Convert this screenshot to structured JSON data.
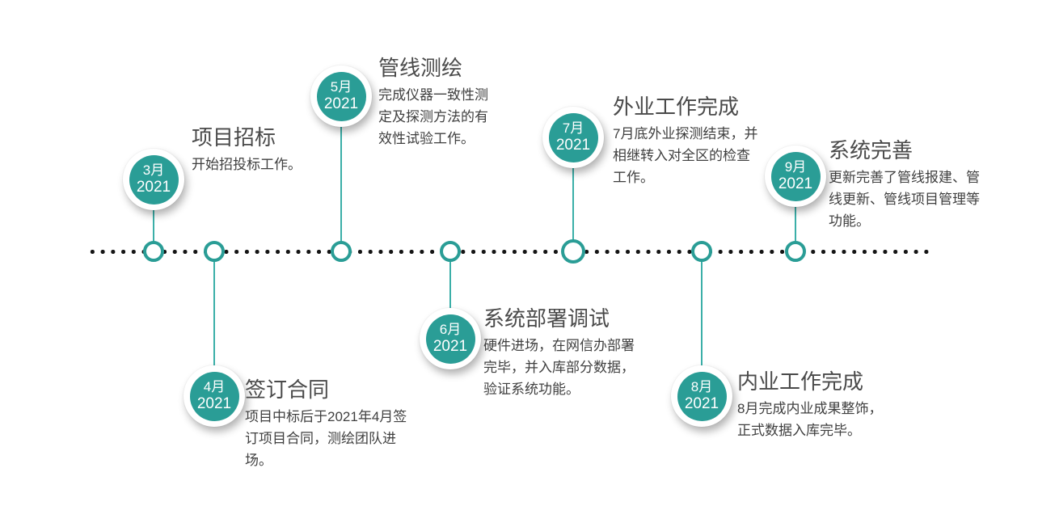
{
  "colors": {
    "accent": "#2A9D96",
    "accent_light": "#3BAFA8",
    "dot": "#141414",
    "title_text": "#4A4A4A",
    "body_text": "#3F3F3F",
    "circle_text": "#FFFFFF",
    "background": "#FFFFFF"
  },
  "timeline": {
    "year": "2021",
    "milestones": [
      {
        "date_month": "3月",
        "date_year": "2021",
        "title": "项目招标",
        "desc": "开始招投标工作。",
        "side": "above"
      },
      {
        "date_month": "4月",
        "date_year": "2021",
        "title": "签订合同",
        "desc": "项目中标后于2021年4月签订项目合同，测绘团队进场。",
        "side": "below"
      },
      {
        "date_month": "5月",
        "date_year": "2021",
        "title": "管线测绘",
        "desc": "完成仪器一致性测定及探测方法的有效性试验工作。",
        "side": "above"
      },
      {
        "date_month": "6月",
        "date_year": "2021",
        "title": "系统部署调试",
        "desc": "硬件进场，在网信办部署完毕，并入库部分数据，验证系统功能。",
        "side": "below"
      },
      {
        "date_month": "7月",
        "date_year": "2021",
        "title": "外业工作完成",
        "desc": "7月底外业探测结束，并相继转入对全区的检查工作。",
        "side": "above"
      },
      {
        "date_month": "8月",
        "date_year": "2021",
        "title": "内业工作完成",
        "desc": "8月完成内业成果整饰，正式数据入库完毕。",
        "side": "below"
      },
      {
        "date_month": "9月",
        "date_year": "2021",
        "title": "系统完善",
        "desc": "更新完善了管线报建、管线更新、管线项目管理等功能。",
        "side": "above"
      }
    ]
  }
}
